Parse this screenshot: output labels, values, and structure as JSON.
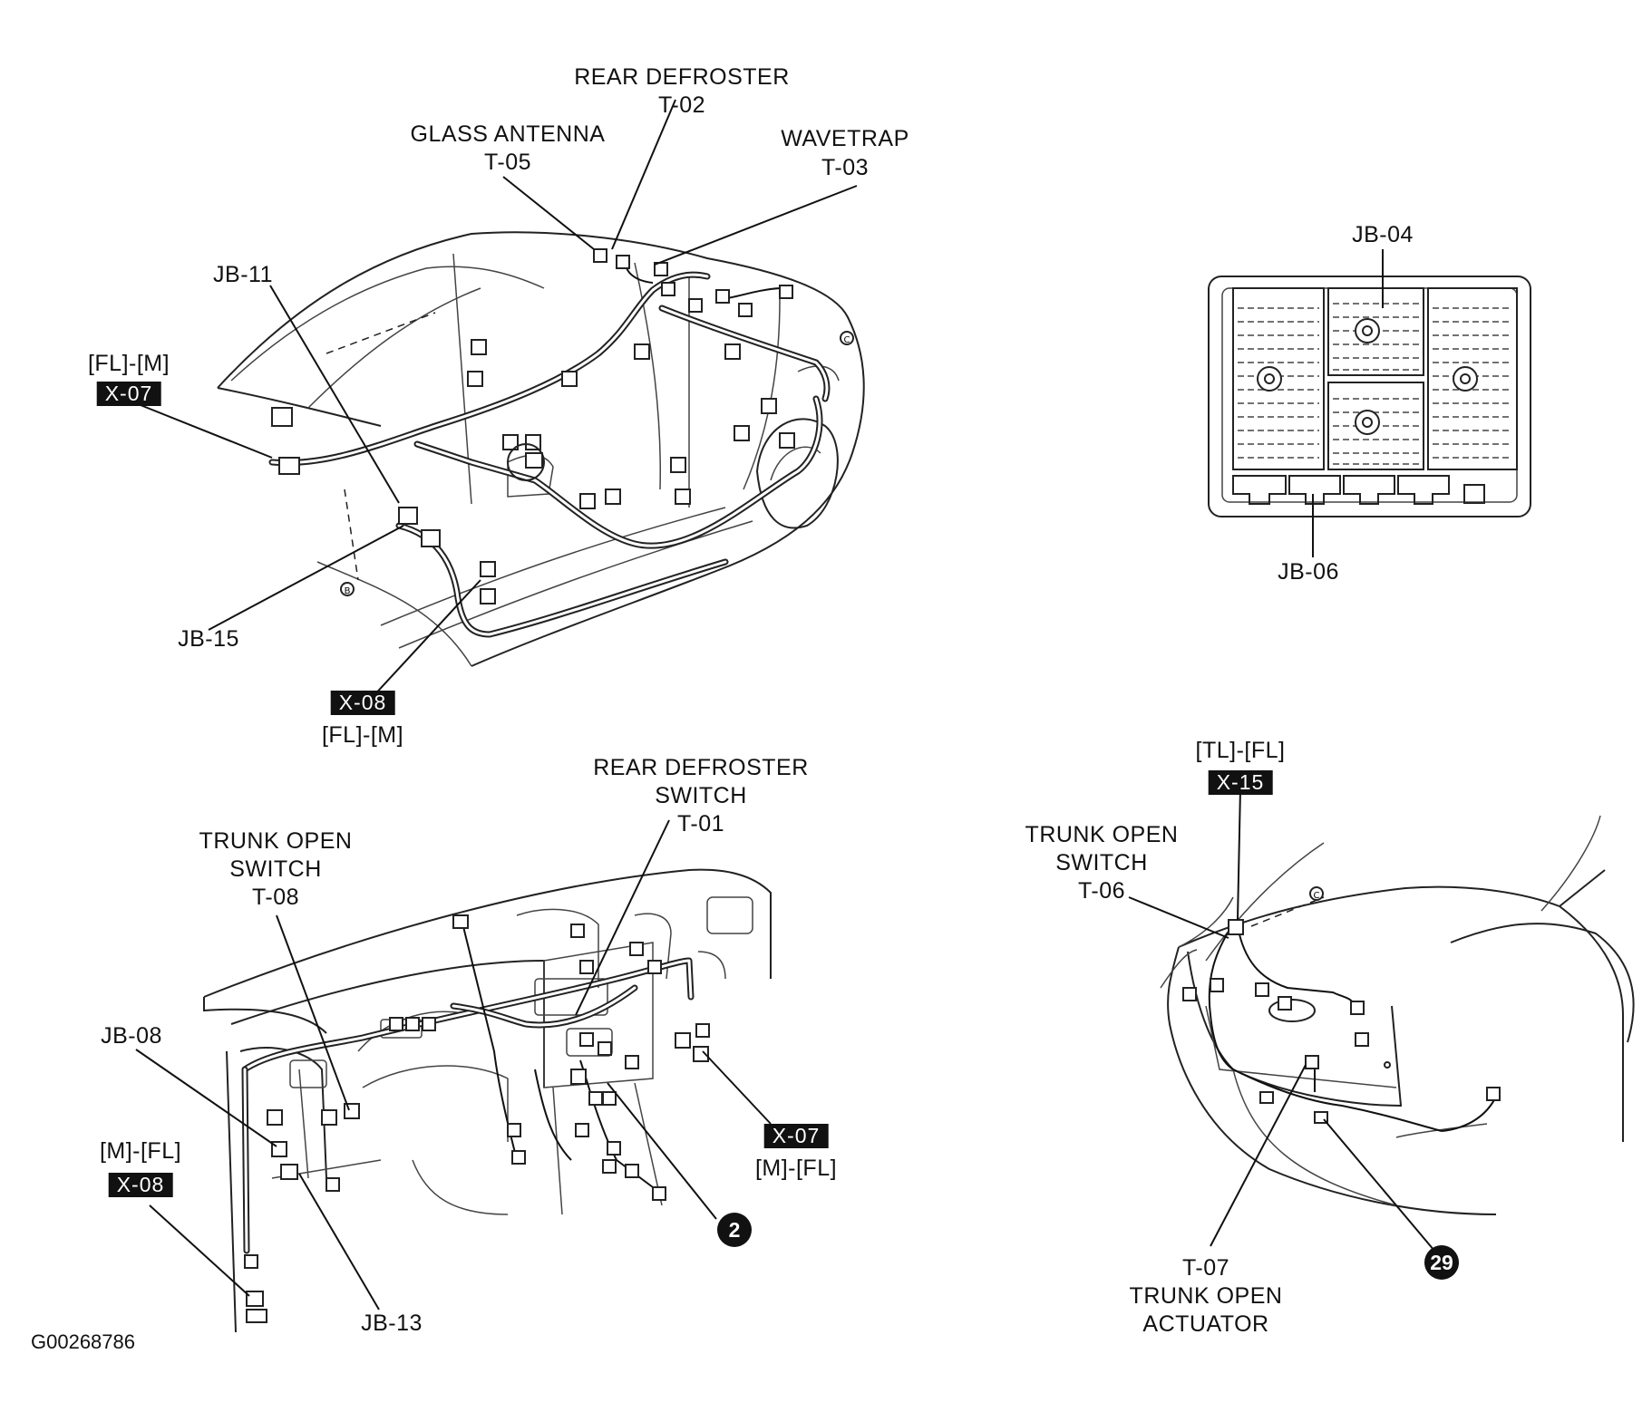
{
  "figure_id": "G00268786",
  "labels": {
    "rear_defroster": "REAR DEFROSTER",
    "t02": "T-02",
    "glass_antenna": "GLASS ANTENNA",
    "t05": "T-05",
    "wavetrap": "WAVETRAP",
    "t03": "T-03",
    "jb11": "JB-11",
    "fl_m_top": "[FL]-[M]",
    "x07_top": "X-07",
    "jb15": "JB-15",
    "x08_mid": "X-08",
    "fl_m_mid": "[FL]-[M]",
    "jb04": "JB-04",
    "jb06": "JB-06",
    "rear_defroster_switch_1": "REAR DEFROSTER",
    "rear_defroster_switch_2": "SWITCH",
    "t01": "T-01",
    "trunk_open_switch_1": "TRUNK OPEN",
    "trunk_open_switch_2": "SWITCH",
    "t08": "T-08",
    "jb08": "JB-08",
    "m_fl_left": "[M]-[FL]",
    "x08_left": "X-08",
    "jb13": "JB-13",
    "x07_dash": "X-07",
    "m_fl_dash": "[M]-[FL]",
    "badge_2": "2",
    "tl_fl": "[TL]-[FL]",
    "x15": "X-15",
    "trunk_open_switch_r1": "TRUNK OPEN",
    "trunk_open_switch_r2": "SWITCH",
    "t06": "T-06",
    "t07": "T-07",
    "trunk_open_actuator_1": "TRUNK OPEN",
    "trunk_open_actuator_2": "ACTUATOR",
    "badge_29": "29",
    "mark_b": "B",
    "mark_c": "C"
  }
}
